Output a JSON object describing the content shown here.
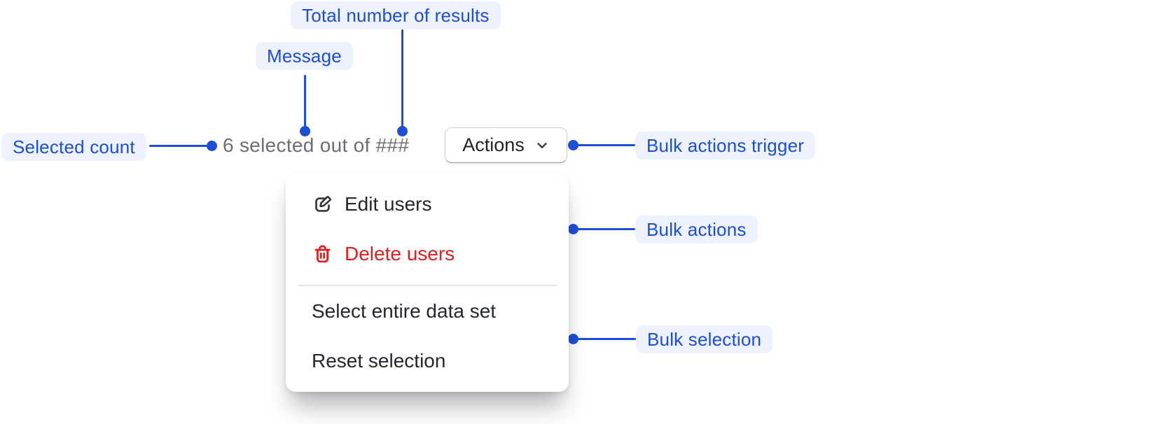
{
  "labels": {
    "total_results": "Total number of results",
    "message": "Message",
    "selected_count": "Selected count",
    "bulk_actions_trigger": "Bulk actions trigger",
    "bulk_actions": "Bulk actions",
    "bulk_selection": "Bulk selection"
  },
  "bulk_actions_bar": {
    "message": "6 selected out of ###",
    "actions_button": {
      "label": "Actions",
      "icon": "chevron-down-icon"
    }
  },
  "menu": {
    "items": [
      {
        "label": "Edit users",
        "icon": "edit-icon",
        "tone": "default"
      },
      {
        "label": "Delete users",
        "icon": "delete-icon",
        "tone": "critical"
      },
      {
        "label": "Select entire data set",
        "icon": null,
        "tone": "default"
      },
      {
        "label": "Reset selection",
        "icon": null,
        "tone": "default"
      }
    ]
  },
  "colors": {
    "annotation_blue": "#1d4ed8",
    "annotation_badge_bg": "#edf2fe",
    "critical_red": "#e12020",
    "text_dark": "#24282d",
    "text_subdued": "#6b6f73",
    "button_border": "#c9cccf"
  }
}
